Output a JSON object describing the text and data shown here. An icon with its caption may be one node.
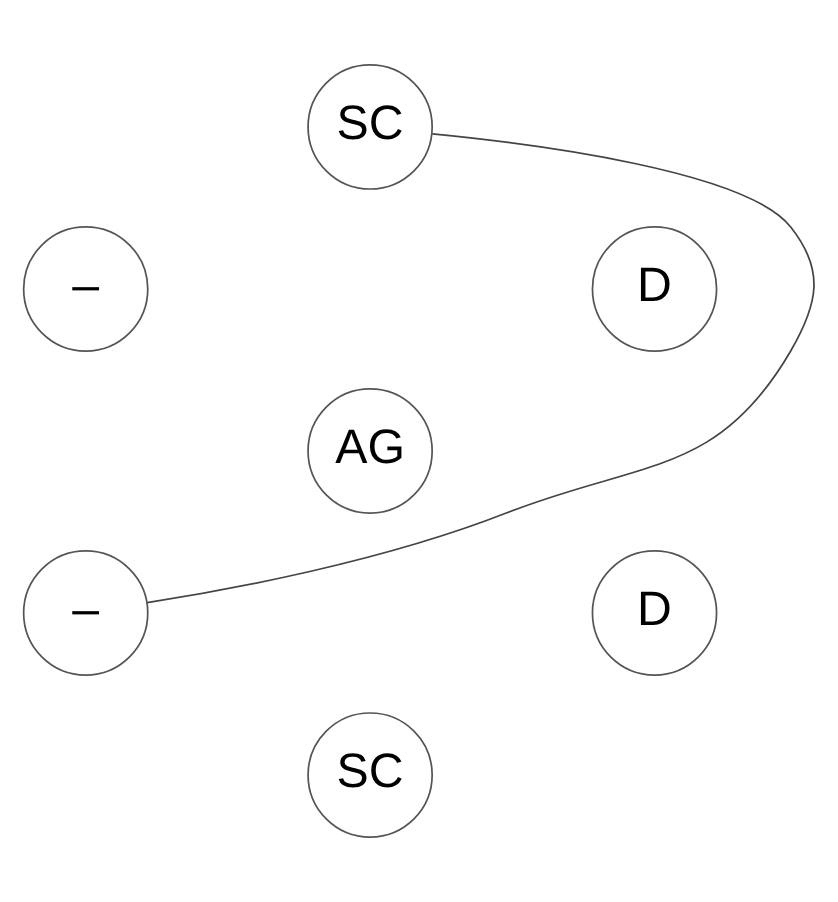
{
  "diagram": {
    "nodes": [
      {
        "text": [
          "SC"
        ]
      },
      {
        "text": [
          "–"
        ]
      },
      {
        "text": [
          "D"
        ]
      },
      {
        "text": [
          "AG"
        ]
      },
      {
        "text": [
          "–"
        ]
      },
      {
        "text": [
          "D"
        ]
      },
      {
        "text": [
          "SC"
        ]
      }
    ],
    "edges": [
      {
        "from": 0,
        "to": 4,
        "arrow": "none"
      }
    ]
  }
}
